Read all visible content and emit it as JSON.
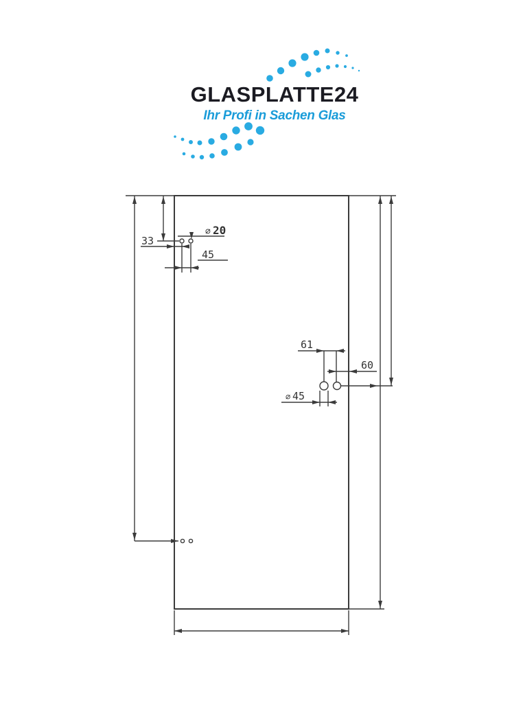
{
  "logo": {
    "brand": "GLASPLATTE24",
    "tagline": "Ihr Profi in Sachen Glas",
    "brand_color": "#1b1b22",
    "tagline_color": "#1a9cd9",
    "dot_color": "#29abe2"
  },
  "drawing": {
    "line_color": "#3b3b3b",
    "labels": {
      "edge_to_hole_left": "33",
      "hole_spacing_top": "45",
      "dia_symbol_top": "⌀",
      "dia_value_top": "20",
      "hole_spacing_right": "61",
      "edge_to_hole_right": "60",
      "dia_symbol_right": "⌀",
      "dia_value_right": "45"
    }
  }
}
